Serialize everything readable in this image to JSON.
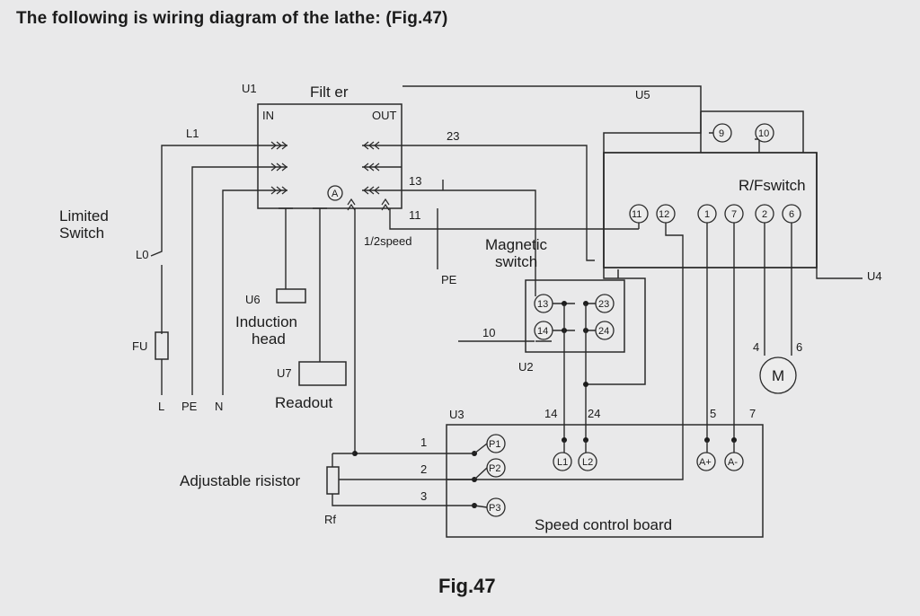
{
  "heading": "The following is wiring diagram of the lathe: (Fig.47)",
  "caption": "Fig.47",
  "labels": {
    "u1": "U1",
    "filter": "Filt er",
    "in": "IN",
    "out": "OUT",
    "l1": "L1",
    "limited1": "Limited",
    "limited2": "Switch",
    "l0": "L0",
    "fu": "FU",
    "l": "L",
    "pe": "PE",
    "n": "N",
    "u6": "U6",
    "induction1": "Induction",
    "induction2": "head",
    "u7": "U7",
    "readout": "Readout",
    "w23": "23",
    "w13": "13",
    "w11": "11",
    "speed": "1/2speed",
    "pe2": "PE",
    "u5": "U5",
    "rfswitch": "R/Fswitch",
    "u4": "U4",
    "magnetic1": "Magnetic",
    "magnetic2": "switch",
    "w10": "10",
    "u2": "U2",
    "u3": "U3",
    "w14": "14",
    "w24": "24",
    "w5": "5",
    "w7": "7",
    "w4": "4",
    "w6": "6",
    "motor": "M",
    "w1": "1",
    "w2": "2",
    "w3": "3",
    "adjustable": "Adjustable risistor",
    "rf": "Rf",
    "speedboard": "Speed control board",
    "ammeter": "A"
  },
  "terminals": {
    "rf": [
      "9",
      "10"
    ],
    "rf_row": [
      "11",
      "12",
      "1",
      "7",
      "2",
      "6"
    ],
    "u2": [
      "13",
      "23",
      "14",
      "24"
    ],
    "u3_left": [
      "P1",
      "P2",
      "P3"
    ],
    "u3_mid": [
      "L1",
      "L2"
    ],
    "u3_right": [
      "A+",
      "A-"
    ]
  }
}
